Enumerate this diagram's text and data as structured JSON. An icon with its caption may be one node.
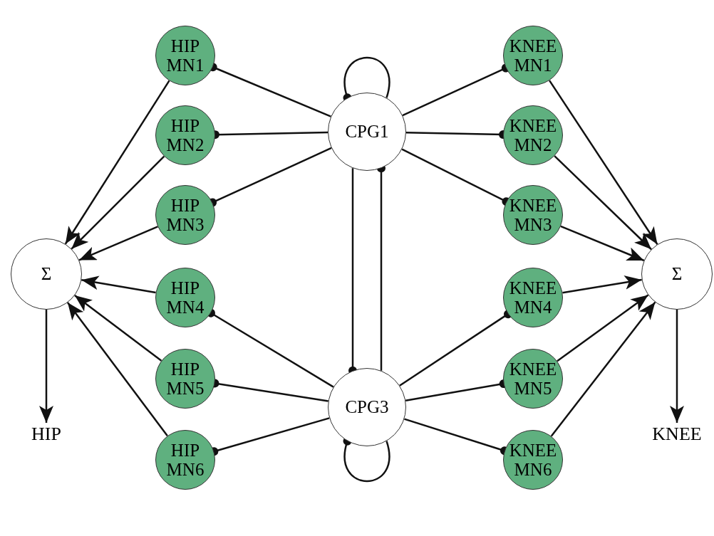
{
  "diagram": {
    "nodes": [
      {
        "text": [
          "HIP MN1"
        ]
      },
      {
        "text": [
          "HIP MN2"
        ]
      },
      {
        "text": [
          "HIP MN3"
        ]
      },
      {
        "text": [
          "HIP MN4"
        ]
      },
      {
        "text": [
          "HIP MN5"
        ]
      },
      {
        "text": [
          "HIP MN6"
        ]
      },
      {
        "text": [
          "CPG1"
        ]
      },
      {
        "text": [
          "CPG3"
        ]
      },
      {
        "text": [
          "KNEE MN1"
        ]
      },
      {
        "text": [
          "KNEE MN2"
        ]
      },
      {
        "text": [
          "KNEE MN3"
        ]
      },
      {
        "text": [
          "KNEE MN4"
        ]
      },
      {
        "text": [
          "KNEE MN5"
        ]
      },
      {
        "text": [
          "KNEE MN6"
        ]
      },
      {
        "text": [
          "Σ"
        ]
      },
      {
        "text": [
          "Σ"
        ]
      },
      {
        "text": [
          "HIP"
        ]
      },
      {
        "text": [
          "KNEE"
        ]
      }
    ],
    "edges": [
      {
        "from": 6,
        "to": 0,
        "arrow": "other"
      },
      {
        "from": 6,
        "to": 1,
        "arrow": "other"
      },
      {
        "from": 6,
        "to": 2,
        "arrow": "other"
      },
      {
        "from": 6,
        "to": 8,
        "arrow": "other"
      },
      {
        "from": 6,
        "to": 9,
        "arrow": "other"
      },
      {
        "from": 6,
        "to": 10,
        "arrow": "other"
      },
      {
        "from": 7,
        "to": 3,
        "arrow": "other"
      },
      {
        "from": 7,
        "to": 4,
        "arrow": "other"
      },
      {
        "from": 7,
        "to": 5,
        "arrow": "other"
      },
      {
        "from": 7,
        "to": 11,
        "arrow": "other"
      },
      {
        "from": 7,
        "to": 12,
        "arrow": "other"
      },
      {
        "from": 7,
        "to": 13,
        "arrow": "other"
      },
      {
        "from": 6,
        "to": 6,
        "arrow": "other"
      },
      {
        "from": 7,
        "to": 7,
        "arrow": "other"
      },
      {
        "from": 6,
        "to": 7,
        "arrow": "other"
      },
      {
        "from": 7,
        "to": 6,
        "arrow": "other"
      },
      {
        "from": 0,
        "to": 14,
        "arrow": "to"
      },
      {
        "from": 1,
        "to": 14,
        "arrow": "to"
      },
      {
        "from": 2,
        "to": 14,
        "arrow": "to"
      },
      {
        "from": 3,
        "to": 14,
        "arrow": "to"
      },
      {
        "from": 4,
        "to": 14,
        "arrow": "to"
      },
      {
        "from": 5,
        "to": 14,
        "arrow": "to"
      },
      {
        "from": 8,
        "to": 15,
        "arrow": "to"
      },
      {
        "from": 9,
        "to": 15,
        "arrow": "to"
      },
      {
        "from": 10,
        "to": 15,
        "arrow": "to"
      },
      {
        "from": 11,
        "to": 15,
        "arrow": "to"
      },
      {
        "from": 12,
        "to": 15,
        "arrow": "to"
      },
      {
        "from": 13,
        "to": 15,
        "arrow": "to"
      },
      {
        "from": 14,
        "to": 16,
        "arrow": "to"
      },
      {
        "from": 15,
        "to": 17,
        "arrow": "to"
      }
    ]
  }
}
